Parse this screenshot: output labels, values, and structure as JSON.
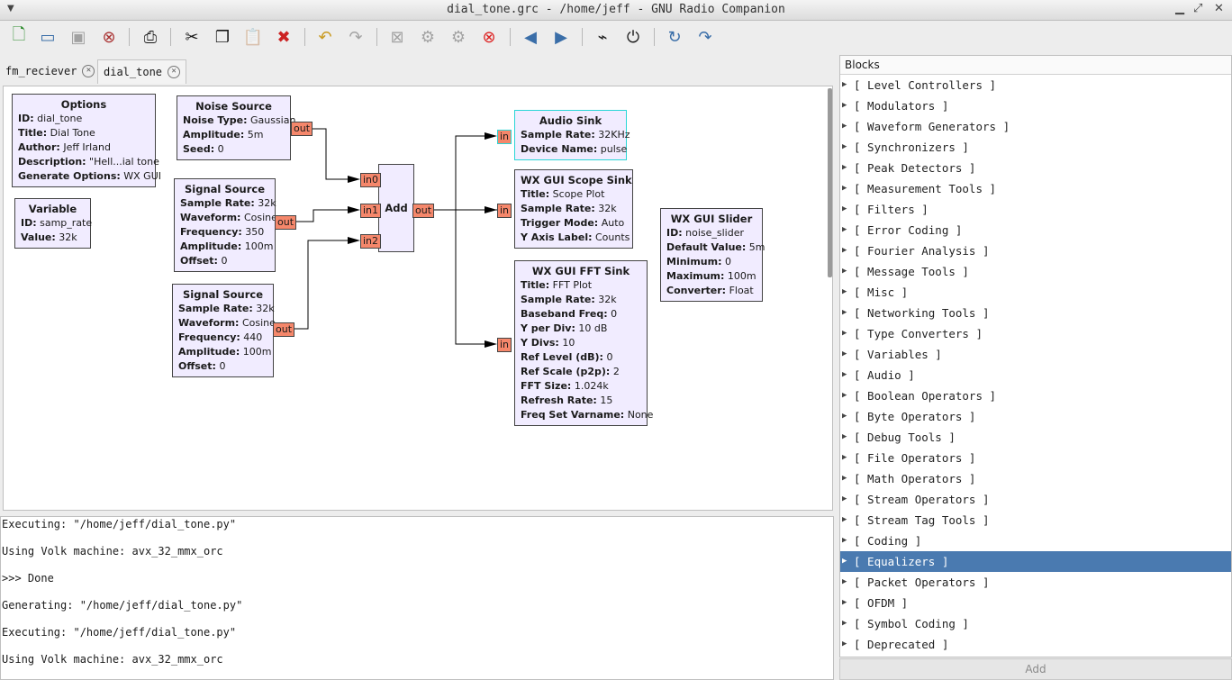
{
  "window": {
    "title": "dial_tone.grc - /home/jeff - GNU Radio Companion"
  },
  "toolbar": {
    "icons": [
      "new-icon",
      "open-icon",
      "save-icon",
      "close-icon",
      "print-icon",
      "cut-icon",
      "copy-icon",
      "paste-icon",
      "delete-icon",
      "undo-icon",
      "redo-icon",
      "disable-icon",
      "bypass-icon",
      "enable-icon",
      "kill-icon",
      "rotate-ccw-icon",
      "rotate-cw-icon",
      "generate-icon",
      "execute-icon",
      "reload-icon",
      "find-icon"
    ]
  },
  "tabs": [
    {
      "label": "fm_reciever",
      "active": false
    },
    {
      "label": "dial_tone",
      "active": true
    }
  ],
  "flowgraph": {
    "blocks": {
      "options": {
        "title": "Options",
        "rows": [
          [
            "ID:",
            "dial_tone"
          ],
          [
            "Title:",
            "Dial Tone"
          ],
          [
            "Author:",
            "Jeff Irland"
          ],
          [
            "Description:",
            "\"Hell...ial tone"
          ],
          [
            "Generate Options:",
            "WX GUI"
          ]
        ]
      },
      "variable": {
        "title": "Variable",
        "rows": [
          [
            "ID:",
            "samp_rate"
          ],
          [
            "Value:",
            "32k"
          ]
        ]
      },
      "noise": {
        "title": "Noise Source",
        "rows": [
          [
            "Noise Type:",
            "Gaussian"
          ],
          [
            "Amplitude:",
            "5m"
          ],
          [
            "Seed:",
            "0"
          ]
        ]
      },
      "sig1": {
        "title": "Signal Source",
        "rows": [
          [
            "Sample Rate:",
            "32k"
          ],
          [
            "Waveform:",
            "Cosine"
          ],
          [
            "Frequency:",
            "350"
          ],
          [
            "Amplitude:",
            "100m"
          ],
          [
            "Offset:",
            "0"
          ]
        ]
      },
      "sig2": {
        "title": "Signal Source",
        "rows": [
          [
            "Sample Rate:",
            "32k"
          ],
          [
            "Waveform:",
            "Cosine"
          ],
          [
            "Frequency:",
            "440"
          ],
          [
            "Amplitude:",
            "100m"
          ],
          [
            "Offset:",
            "0"
          ]
        ]
      },
      "add": {
        "title": "Add"
      },
      "audio": {
        "title": "Audio Sink",
        "rows": [
          [
            "Sample Rate:",
            "32KHz"
          ],
          [
            "Device Name:",
            "pulse"
          ]
        ]
      },
      "scope": {
        "title": "WX GUI Scope Sink",
        "rows": [
          [
            "Title:",
            "Scope Plot"
          ],
          [
            "Sample Rate:",
            "32k"
          ],
          [
            "Trigger Mode:",
            "Auto"
          ],
          [
            "Y Axis Label:",
            "Counts"
          ]
        ]
      },
      "fft": {
        "title": "WX GUI FFT Sink",
        "rows": [
          [
            "Title:",
            "FFT Plot"
          ],
          [
            "Sample Rate:",
            "32k"
          ],
          [
            "Baseband Freq:",
            "0"
          ],
          [
            "Y per Div:",
            "10 dB"
          ],
          [
            "Y Divs:",
            "10"
          ],
          [
            "Ref Level (dB):",
            "0"
          ],
          [
            "Ref Scale (p2p):",
            "2"
          ],
          [
            "FFT Size:",
            "1.024k"
          ],
          [
            "Refresh Rate:",
            "15"
          ],
          [
            "Freq Set Varname:",
            "None"
          ]
        ]
      },
      "slider": {
        "title": "WX GUI Slider",
        "rows": [
          [
            "ID:",
            "noise_slider"
          ],
          [
            "Default Value:",
            "5m"
          ],
          [
            "Minimum:",
            "0"
          ],
          [
            "Maximum:",
            "100m"
          ],
          [
            "Converter:",
            "Float"
          ]
        ]
      }
    },
    "ports": {
      "out": "out",
      "in": "in",
      "in0": "in0",
      "in1": "in1",
      "in2": "in2"
    }
  },
  "console": {
    "lines": [
      "Executing: \"/home/jeff/dial_tone.py\"",
      "Using Volk machine: avx_32_mmx_orc",
      ">>> Done",
      "Generating: \"/home/jeff/dial_tone.py\"",
      "Executing: \"/home/jeff/dial_tone.py\"",
      "Using Volk machine: avx_32_mmx_orc"
    ]
  },
  "blocks_panel": {
    "header": "Blocks",
    "categories": [
      "[ Level Controllers ]",
      "[ Modulators ]",
      "[ Waveform Generators ]",
      "[ Synchronizers ]",
      "[ Peak Detectors ]",
      "[ Measurement Tools ]",
      "[ Filters ]",
      "[ Error Coding ]",
      "[ Fourier Analysis ]",
      "[ Message Tools ]",
      "[ Misc ]",
      "[ Networking Tools ]",
      "[ Type Converters ]",
      "[ Variables ]",
      "[ Audio ]",
      "[ Boolean Operators ]",
      "[ Byte Operators ]",
      "[ Debug Tools ]",
      "[ File Operators ]",
      "[ Math Operators ]",
      "[ Stream Operators ]",
      "[ Stream Tag Tools ]",
      "[ Coding ]",
      "[ Equalizers ]",
      "[ Packet Operators ]",
      "[ OFDM ]",
      "[ Symbol Coding ]",
      "[ Deprecated ]"
    ],
    "selected": "[ Equalizers ]",
    "add_label": "Add"
  },
  "colors": {
    "block_bg": "#f1ecff",
    "port": "#f5876b",
    "selected_row": "#4a7ab0",
    "selected_block_border": "#2ad6d6"
  }
}
